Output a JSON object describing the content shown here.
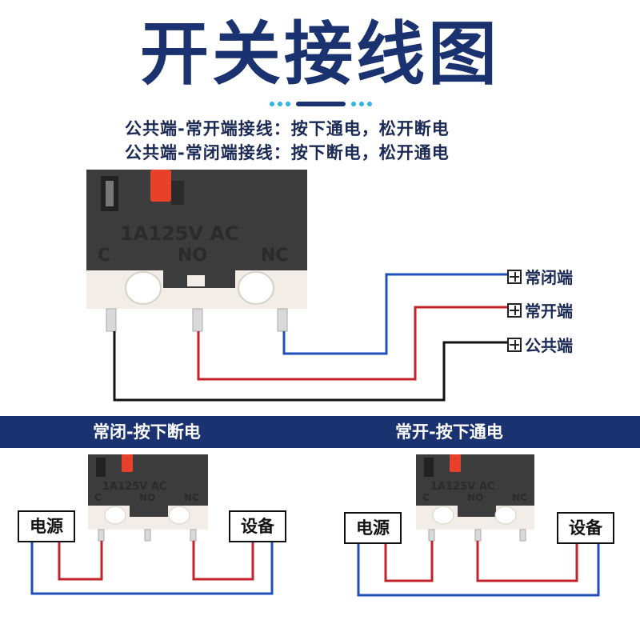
{
  "title": "开关接线图",
  "rules": [
    "公共端-常开端接线：按下通电，松开断电",
    "公共端-常闭端接线：按下断电，松开通电"
  ],
  "switch_markings": {
    "rating": "1A125V AC",
    "c": "C",
    "no": "NO",
    "nc": "NC"
  },
  "terminals": {
    "nc": "常闭端",
    "no": "常开端",
    "com": "公共端"
  },
  "sections": {
    "left_title": "常闭-按下断电",
    "right_title": "常开-按下通电",
    "power": "电源",
    "device": "设备"
  },
  "colors": {
    "title": "#1b3270",
    "band": "#1b3270",
    "wire_blue": "#1f4fb8",
    "wire_red": "#c3232b",
    "wire_black": "#111111",
    "actuator": "#e8412b",
    "switch_body": "#3c3c3c",
    "switch_base": "#f2ede6"
  }
}
